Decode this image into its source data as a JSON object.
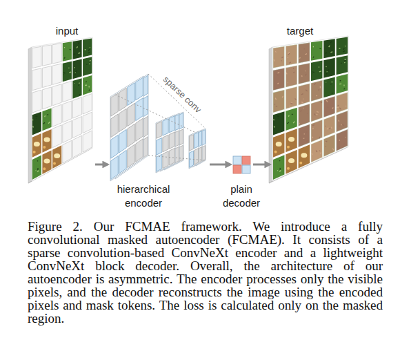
{
  "diagram": {
    "caption": "Figure 2. Our FCMAE framework. We introduce a fully convolutional masked autoencoder (FCMAE). It consists of a sparse convolution-based ConvNeXt encoder and a lightweight ConvNeXt block decoder. Overall, the architecture of our autoencoder is asymmetric. The encoder processes only the visible pixels, and the decoder reconstructs the image using the encoded pixels and mask tokens. The loss is calculated only on the masked region.",
    "nodes": [
      {
        "text": [
          "input"
        ]
      },
      {
        "text": [
          "hierarchical encoder"
        ]
      },
      {
        "text": [
          "plain decoder"
        ]
      },
      {
        "text": [
          "target"
        ]
      }
    ],
    "edges": [
      {
        "from": 0,
        "to": 1,
        "arrow": "to"
      },
      {
        "from": 1,
        "to": 2,
        "arrow": "to"
      },
      {
        "from": 2,
        "to": 3,
        "arrow": "to"
      }
    ],
    "labels": [
      "sparse conv"
    ]
  }
}
